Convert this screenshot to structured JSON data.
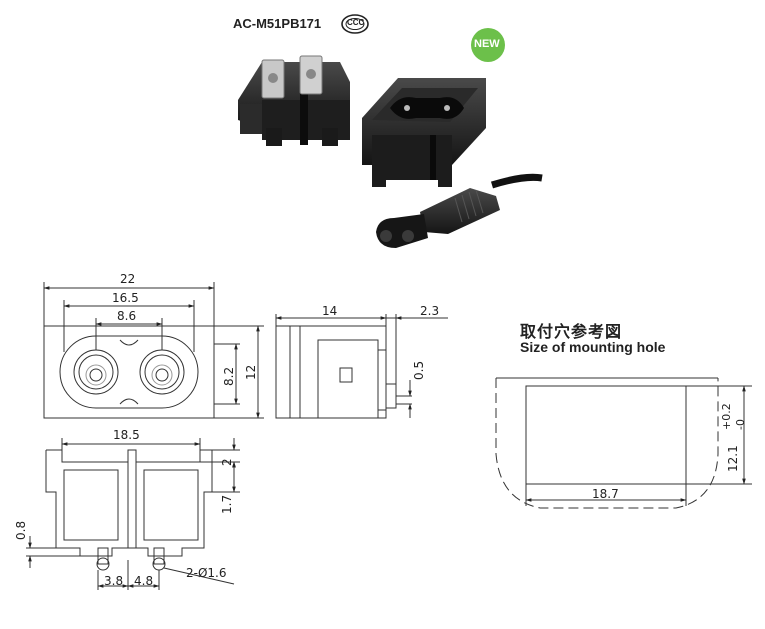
{
  "product": {
    "model": "AC-M51PB171",
    "cert_mark": "CCC",
    "badge": "NEW",
    "badge_color": "#6cc04a"
  },
  "front_view": {
    "width": "22",
    "pin_spacing_outer": "16.5",
    "pin_spacing_inner": "8.6",
    "height_inner": "8.2",
    "height_outer": "12"
  },
  "side_view": {
    "depth": "14",
    "flange": "2.3",
    "thickness": "0.5"
  },
  "bottom_view": {
    "width": "18.5",
    "top_step": "2",
    "mid_step": "1.7",
    "pin_offset": "0.8",
    "pin_x1": "3.8",
    "pin_x2": "4.8",
    "holes": "2-Ø1.6"
  },
  "mounting": {
    "title_cn": "取付穴参考図",
    "title_en": "Size of mounting hole",
    "width": "18.7",
    "height": "12.1",
    "tol_plus": "+0.2",
    "tol_minus": "-0"
  }
}
